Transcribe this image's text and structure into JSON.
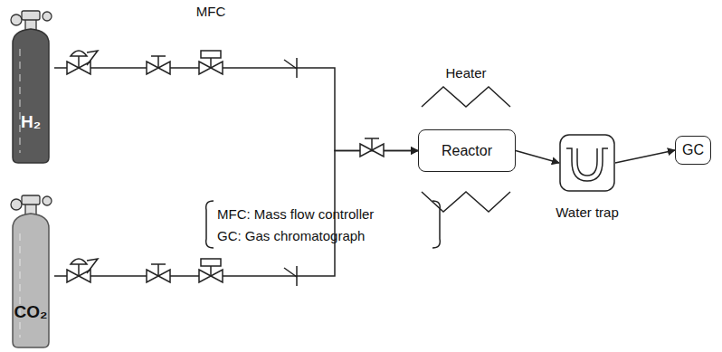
{
  "diagram": {
    "nodes": [
      {
        "text": [
          "H₂"
        ]
      },
      {
        "text": [
          "CO₂"
        ]
      },
      {
        "text": [
          "Reactor"
        ]
      },
      {
        "text": [
          "Water trap"
        ]
      },
      {
        "text": [
          "GC"
        ]
      }
    ],
    "edges": [
      {
        "from": 0,
        "to": 2,
        "arrow": "to"
      },
      {
        "from": 1,
        "to": 2,
        "arrow": "to"
      },
      {
        "from": 2,
        "to": 3,
        "arrow": "to"
      },
      {
        "from": 3,
        "to": 4,
        "arrow": "to"
      }
    ],
    "labels": [
      "MFC",
      "Heater",
      "MFC: Mass flow controller",
      "GC: Gas chromatograph"
    ]
  }
}
